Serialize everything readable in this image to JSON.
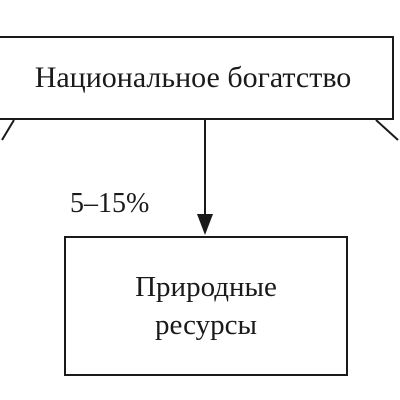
{
  "diagram": {
    "top_node": {
      "label": "Национальное богатство"
    },
    "child_node": {
      "label": "Природные\nресурсы"
    },
    "edge": {
      "label": "5–15%"
    }
  },
  "colors": {
    "stroke": "#1a1a1a",
    "background": "#ffffff"
  }
}
